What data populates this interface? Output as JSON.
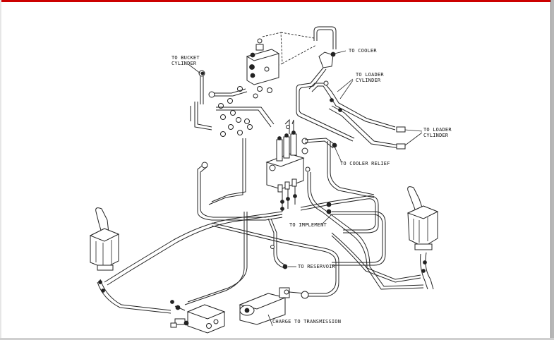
{
  "labels": {
    "bucket_cylinder": "TO BUCKET CYLINDER",
    "bucket_cylinder_l1": "TO BUCKET",
    "bucket_cylinder_l2": "CYLINDER",
    "cooler": "TO COOLER",
    "loader_cylinder_upper_l1": "TO LOADER",
    "loader_cylinder_upper_l2": "CYLINDER",
    "loader_cylinder_right_l1": "TO LOADER",
    "loader_cylinder_right_l2": "CYLINDER",
    "cooler_relief": "TO COOLER RELIEF",
    "implement": "TO IMPLEMENT",
    "reservoir": "TO RESERVOIR",
    "charge_to_transmission": "CHARGE TO TRANSMISSION"
  },
  "colors": {
    "frame_top": "#cc0000",
    "frame_side": "#b7b7b7",
    "line": "#222222",
    "background": "#ffffff"
  }
}
